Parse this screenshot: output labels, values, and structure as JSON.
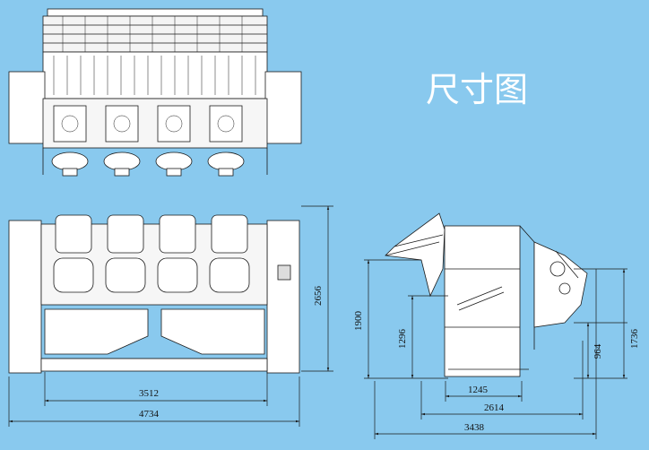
{
  "title": "尺寸图",
  "dimensions": {
    "front_inner_width": "3512",
    "front_total_width": "4734",
    "front_height": "2656",
    "side_total_height": "1900",
    "side_mid_height": "1296",
    "side_base_width": "1245",
    "side_mid_width": "2614",
    "side_total_width": "3438",
    "side_right_height": "1736",
    "side_right_low_height": "964"
  },
  "colors": {
    "background": "#89c9ee",
    "line": "#1a1a1a",
    "machine_fill": "#ffffff",
    "title": "#ffffff"
  }
}
